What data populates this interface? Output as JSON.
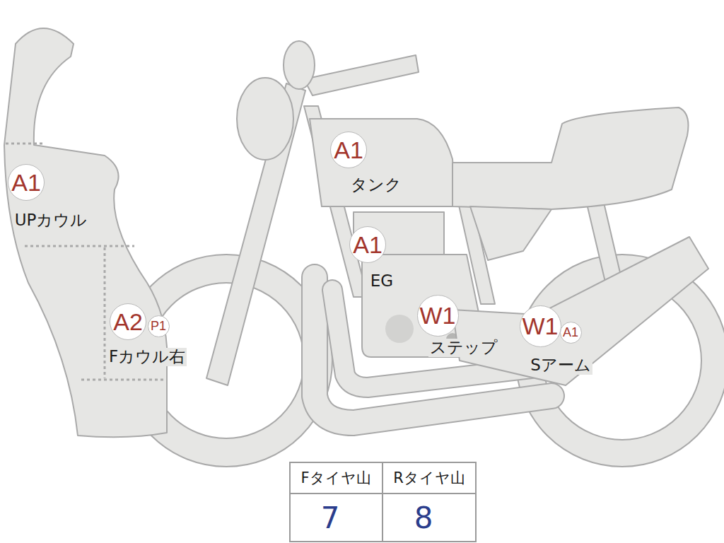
{
  "diagram": {
    "nodes": [
      {
        "text": [
          "A1"
        ]
      },
      {
        "text": [
          "A1"
        ]
      },
      {
        "text": [
          "A1"
        ]
      },
      {
        "text": [
          "A2"
        ]
      },
      {
        "text": [
          "P1"
        ]
      },
      {
        "text": [
          "W1"
        ]
      },
      {
        "text": [
          "W1"
        ]
      },
      {
        "text": [
          "A1"
        ]
      }
    ],
    "labels": [
      "UPカウル",
      "タンク",
      "EG",
      "Fカウル右",
      "ステップ",
      "Sアーム",
      "Fタイヤ山",
      "Rタイヤ山",
      "7",
      "8"
    ]
  }
}
